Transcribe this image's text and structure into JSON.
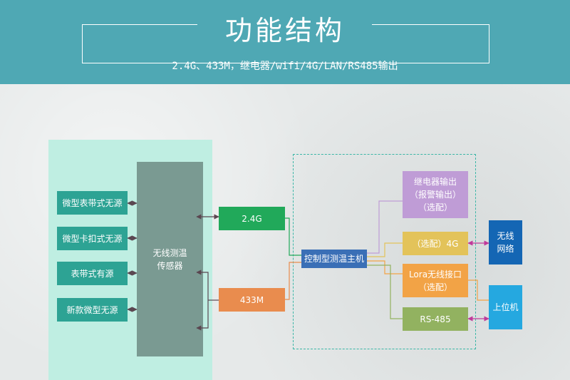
{
  "header": {
    "title": "功能结构",
    "subtitle": "2.4G、433M，继电器/wifi/4G/LAN/RS485输出"
  },
  "diagram": {
    "sensor": "无线测温\n传感器",
    "sources": [
      "微型表带式无源",
      "微型卡扣式无源",
      "表带式有源",
      "新款微型无源"
    ],
    "link_24g": "2.4G",
    "link_433m": "433M",
    "host": "控制型测温主机",
    "relay": "继电器输出\n（报警输出）\n（选配）",
    "opt_4g": "（选配）4G",
    "lora": "Lora无线接口\n（选配）",
    "rs485": "RS-485",
    "wireless_net": "无线\n网络",
    "upper": "上位机"
  },
  "colors": {
    "header_bg": "#4fa8b4",
    "green": "#21a95a",
    "orange": "#e98c4e",
    "host_blue": "#3a6fb6",
    "purple": "#bf9cd6",
    "yellow": "#e3c35a",
    "lora_orange": "#f2a346",
    "olive": "#92b260",
    "deep_blue": "#1466b4",
    "light_blue": "#25a8e0"
  }
}
